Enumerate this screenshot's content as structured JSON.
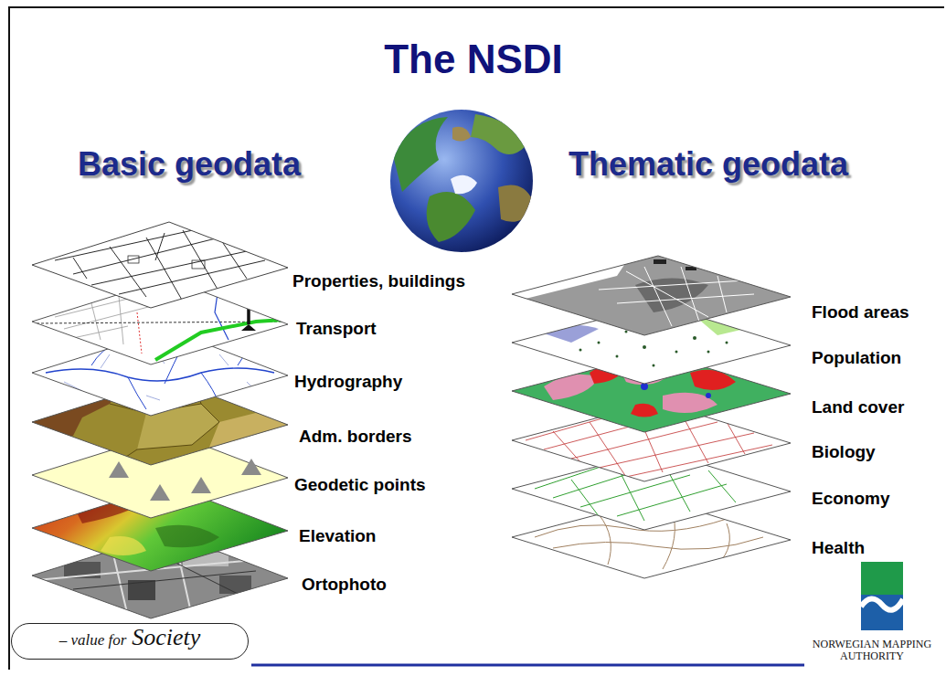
{
  "diagram": {
    "title": "The NSDI",
    "nodes": [
      {
        "text": [
          "– value for",
          "Society"
        ]
      }
    ],
    "labels": [
      "Basic geodata",
      "Thematic geodata",
      "Properties, buildings",
      "Transport",
      "Hydrography",
      "Adm. borders",
      "Geodetic points",
      "Elevation",
      "Ortophoto",
      "Flood areas",
      "Population",
      "Land cover",
      "Biology",
      "Economy",
      "Health",
      "NORWEGIAN MAPPING AUTHORITY"
    ]
  }
}
